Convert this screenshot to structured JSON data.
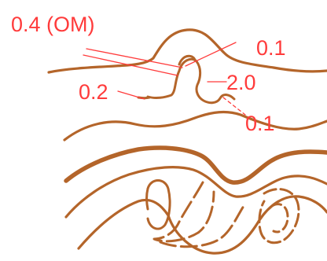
{
  "colors": {
    "contour": "#b4652a",
    "annotation": "#ff3b3b",
    "background": "#ffffff"
  },
  "labels": {
    "overburden": "0.4 (OM)",
    "top_right": "0.1",
    "left": "0.2",
    "right": "2.0",
    "bottom_right": "0.1"
  }
}
